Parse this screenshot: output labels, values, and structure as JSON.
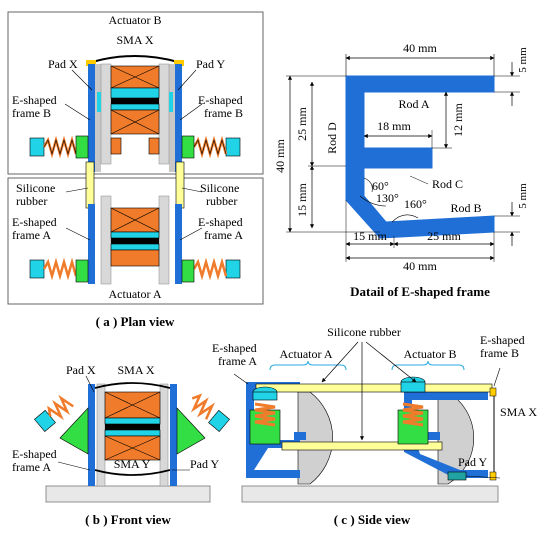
{
  "colors": {
    "frame_blue": "#1f6fd6",
    "coil_orange": "#f07b2a",
    "pad_cyan": "#21d3e6",
    "silicone_yellow": "#ffff99",
    "green": "#33dd44",
    "gray": "#c8c8c8",
    "panel_border": "#666666"
  },
  "plan": {
    "actuator_b": "Actuator B",
    "sma_x": "SMA X",
    "pad_x": "Pad X",
    "pad_y": "Pad Y",
    "frame_b_left_1": "E-shaped",
    "frame_b_left_2": "frame B",
    "frame_b_right_1": "E-shaped",
    "frame_b_right_2": "frame B",
    "silicone_left_1": "Silicone",
    "silicone_left_2": "rubber",
    "silicone_right_1": "Silicone",
    "silicone_right_2": "rubber",
    "frame_a_left_1": "E-shaped",
    "frame_a_left_2": "frame A",
    "frame_a_right_1": "E-shaped",
    "frame_a_right_2": "frame A",
    "actuator_a": "Actuator A",
    "caption": "( a ) Plan view"
  },
  "detail": {
    "dim_40_top": "40 mm",
    "dim_5_top": "5 mm",
    "rod_a": "Rod A",
    "rod_d": "Rod D",
    "dim_25": "25 mm",
    "dim_40_left": "40 mm",
    "dim_18": "18 mm",
    "dim_12": "12 mm",
    "angle_60": "60°",
    "rod_c": "Rod C",
    "angle_130": "130°",
    "angle_160": "160°",
    "dim_15_left": "15 mm",
    "rod_b": "Rod B",
    "dim_5_bottom": "5 mm",
    "dim_15_bottom": "15 mm",
    "dim_25_bottom": "25 mm",
    "dim_40_bottom": "40 mm",
    "caption": "Datail of E-shaped frame"
  },
  "front": {
    "pad_x": "Pad X",
    "sma_x": "SMA X",
    "frame_a_1": "E-shaped",
    "frame_a_2": "frame A",
    "sma_y": "SMA Y",
    "pad_y": "Pad Y",
    "caption": "( b ) Front view"
  },
  "side": {
    "silicone": "Silicone rubber",
    "frame_a_1": "E-shaped",
    "frame_a_2": "frame A",
    "actuator_a": "Actuator A",
    "actuator_b": "Actuator B",
    "frame_b_1": "E-shaped",
    "frame_b_2": "frame B",
    "sma_x": "SMA X",
    "pad_y": "Pad Y",
    "caption": "( c ) Side view"
  }
}
